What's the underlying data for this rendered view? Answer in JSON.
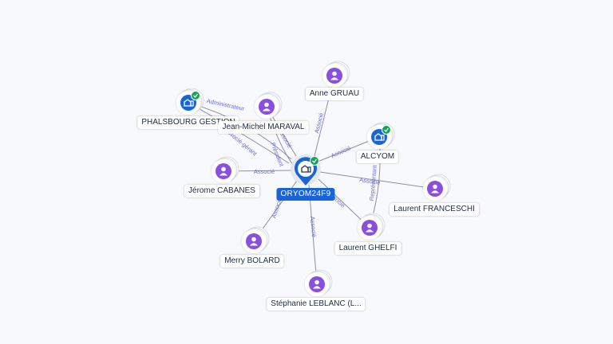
{
  "center": {
    "label": "ORYOM24F9",
    "color": "#1765d8",
    "badge": "check-icon"
  },
  "nodes": [
    {
      "id": "phalsbourg",
      "label": "PHALSBOURG GESTION",
      "type": "company",
      "verified": true
    },
    {
      "id": "maraval",
      "label": "Jean-Michel MARAVAL",
      "type": "person"
    },
    {
      "id": "gruau",
      "label": "Anne GRUAU",
      "type": "person"
    },
    {
      "id": "alcyom",
      "label": "ALCYOM",
      "type": "company",
      "verified": true
    },
    {
      "id": "cabanes",
      "label": "Jérome CABANES",
      "type": "person"
    },
    {
      "id": "franceschi",
      "label": "Laurent FRANCESCHI",
      "type": "person"
    },
    {
      "id": "ghelfi",
      "label": "Laurent GHELFI",
      "type": "person"
    },
    {
      "id": "bolard",
      "label": "Merry BOLARD",
      "type": "person"
    },
    {
      "id": "leblanc",
      "label": "Stéphanie LEBLANC (L...",
      "type": "person"
    }
  ],
  "edges": [
    {
      "text": "Administrateur"
    },
    {
      "text": "Associé-gérant"
    },
    {
      "text": "Associé"
    },
    {
      "text": "Associé"
    },
    {
      "text": "Associé"
    },
    {
      "text": "Associé"
    },
    {
      "text": "Associé"
    },
    {
      "text": "Associé"
    },
    {
      "text": "Associé"
    },
    {
      "text": "Associé"
    },
    {
      "text": "Président"
    },
    {
      "text": "Représentant"
    }
  ],
  "colors": {
    "person": "#8a4fe0",
    "company": "#1765d8",
    "check": "#12a454",
    "edge": "#8c8fa3",
    "edge_text": "#6a6fd6"
  }
}
